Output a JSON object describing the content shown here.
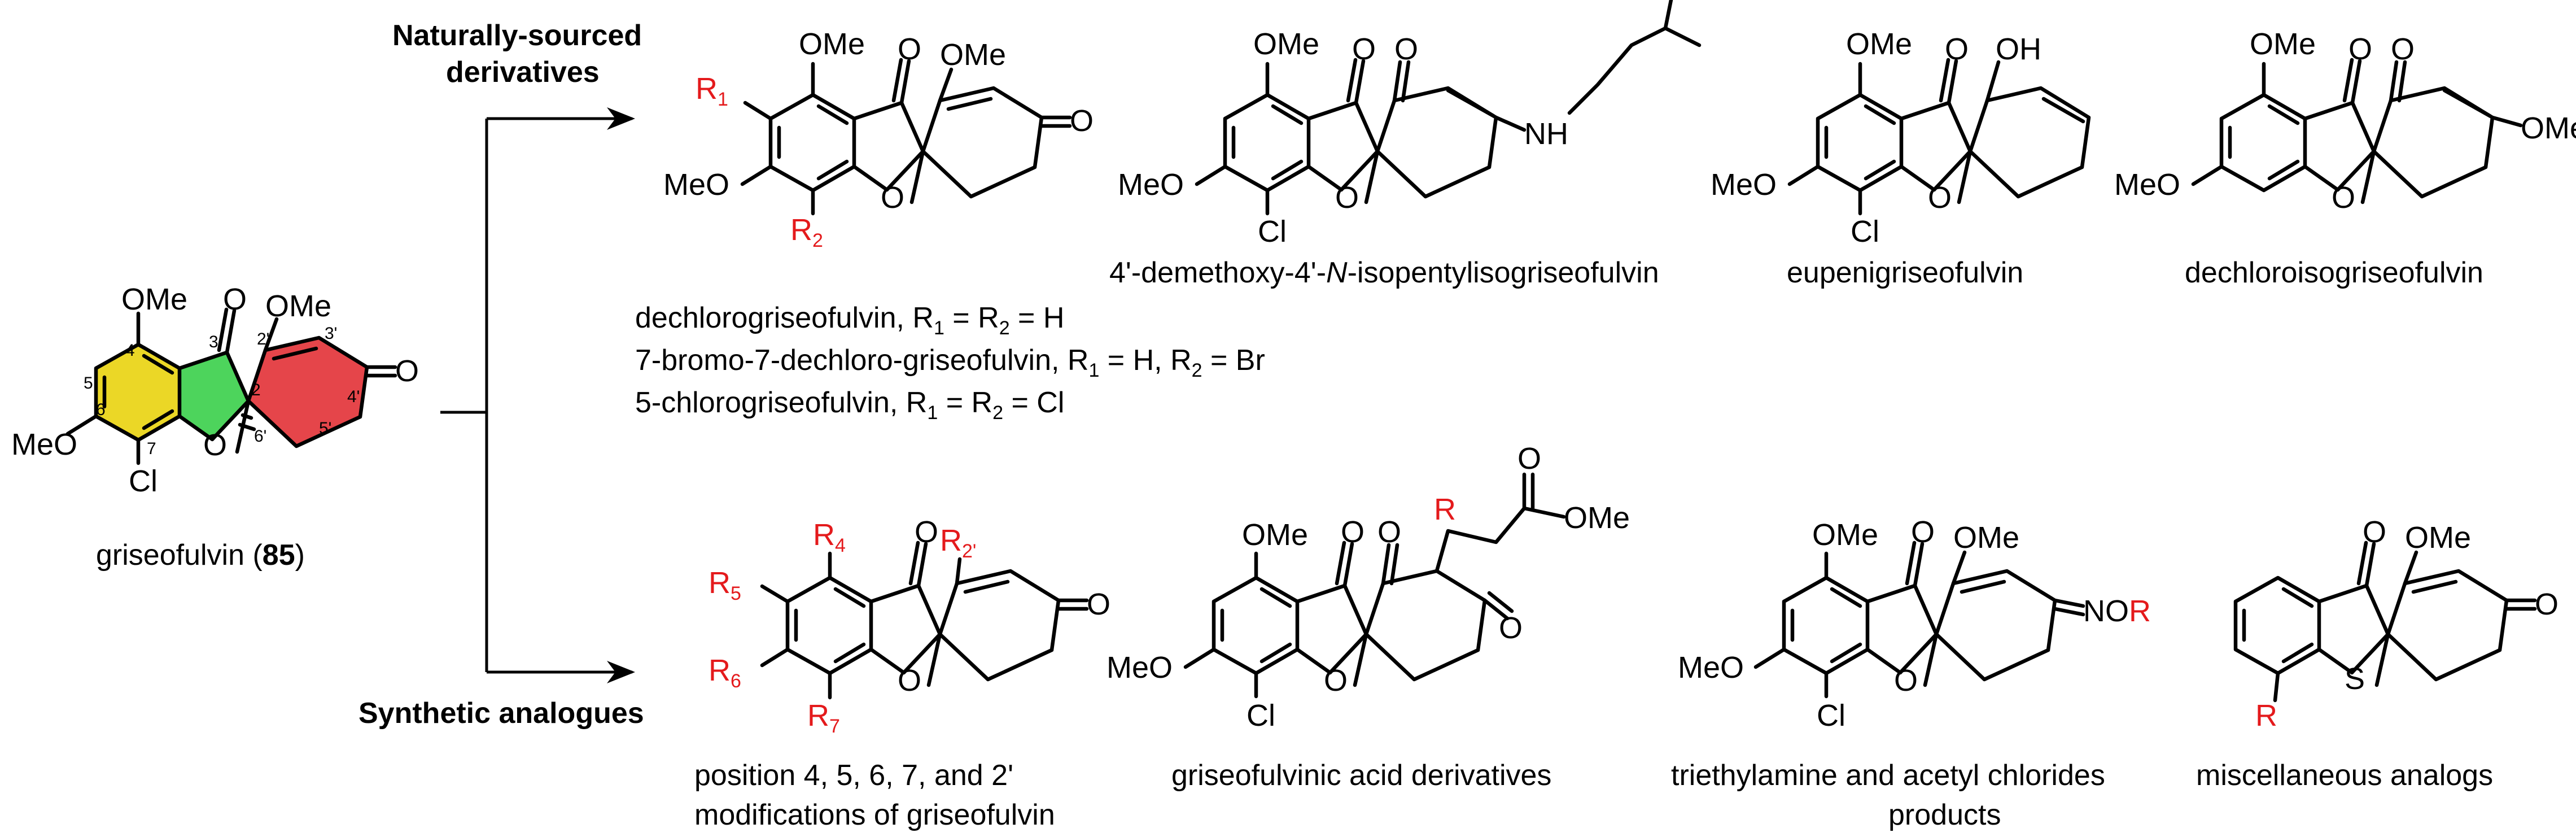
{
  "headers": {
    "natural_line1": "Naturally-sourced",
    "natural_line2": "derivatives",
    "synthetic": "Synthetic analogues"
  },
  "parent": {
    "name": "griseofulvin (",
    "number": "85",
    "close": ")",
    "groups": {
      "ome_top": "OMe",
      "ome_2p": "OMe",
      "meo": "MeO",
      "cl": "Cl",
      "o_ring": "O",
      "o_ketone3": "O",
      "o_ketone4p": "O"
    },
    "positions": {
      "p3": "3",
      "p2p": "2'",
      "p3p": "3'",
      "p4": "4",
      "p5": "5",
      "p6": "6",
      "p7": "7",
      "p2": "2",
      "p4p": "4'",
      "p5p": "5'",
      "p6p": "6'"
    },
    "ring_colors": {
      "aromatic": "#e8d000",
      "furanone": "#2ecc40",
      "cyclohexenone": "#e0252a"
    }
  },
  "natural": {
    "generic": {
      "r1": "R",
      "r1_sub": "1",
      "r2": "R",
      "r2_sub": "2",
      "ome_top": "OMe",
      "ome_2p": "OMe",
      "meo": "MeO",
      "o_ring": "O",
      "o3": "O",
      "o4p": "O"
    },
    "list": [
      {
        "text": "dechlorogriseofulvin, R",
        "s1": "1",
        "mid": " = R",
        "s2": "2",
        "end": " = H"
      },
      {
        "text": "7-bromo-7-dechloro-griseofulvin, R",
        "s1": "1",
        "mid": " = H, R",
        "s2": "2",
        "end": " = Br"
      },
      {
        "text": "5-chlorogriseofulvin, R",
        "s1": "1",
        "mid": " = R",
        "s2": "2",
        "end": " = Cl"
      }
    ],
    "compound2": {
      "ome": "OMe",
      "meo": "MeO",
      "cl": "Cl",
      "o_ring": "O",
      "o3": "O",
      "o2p": "O",
      "nh": "NH",
      "name_pre": "4'-demethoxy-4'-",
      "name_italic": "N",
      "name_post": "-isopentylisogriseofulvin"
    },
    "compound3": {
      "ome": "OMe",
      "meo": "MeO",
      "cl": "Cl",
      "o_ring": "O",
      "o3": "O",
      "oh": "OH",
      "name": "eupenigriseofulvin"
    },
    "compound4": {
      "ome": "OMe",
      "meo": "MeO",
      "o_ring": "O",
      "o3": "O",
      "o2p": "O",
      "ome4p": "OMe",
      "name": "dechloroisogriseofulvin"
    }
  },
  "synthetic": {
    "generic": {
      "r4": "R",
      "r4s": "4",
      "r5": "R",
      "r5s": "5",
      "r6": "R",
      "r6s": "6",
      "r7": "R",
      "r7s": "7",
      "r2p": "R",
      "r2ps": "2'",
      "o_ring": "O",
      "o3": "O",
      "o4p": "O",
      "name1": "position 4, 5, 6, 7, and 2'",
      "name2": "modifications of griseofulvin"
    },
    "acid": {
      "ome": "OMe",
      "meo": "MeO",
      "cl": "Cl",
      "o_ring": "O",
      "o3": "O",
      "o2p": "O",
      "o4p": "O",
      "r": "R",
      "ester_o": "O",
      "ester_ome": "OMe",
      "name": "griseofulvinic acid derivatives"
    },
    "oxime": {
      "ome": "OMe",
      "ome2p": "OMe",
      "meo": "MeO",
      "cl": "Cl",
      "o_ring": "O",
      "o3": "O",
      "nor_pre": "NO",
      "nor_r": "R",
      "name1": "triethylamine and acetyl chlorides",
      "name2": "products"
    },
    "thio": {
      "ome2p": "OMe",
      "s": "S",
      "o3": "O",
      "o4p": "O",
      "r": "R",
      "name": "miscellaneous analogs"
    }
  },
  "colors": {
    "accent_red": "#e41a1c"
  }
}
